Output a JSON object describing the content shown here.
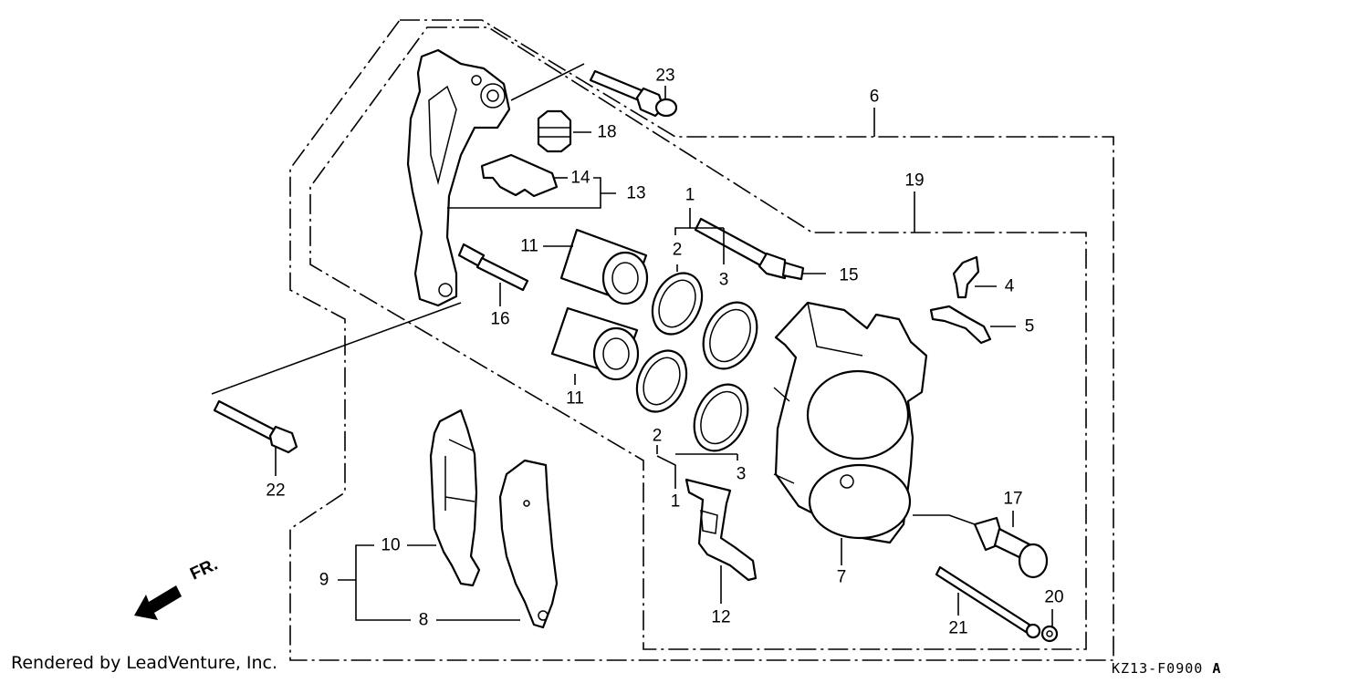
{
  "callouts": [
    {
      "id": "1",
      "label": "1"
    },
    {
      "id": "1b",
      "label": "1"
    },
    {
      "id": "2",
      "label": "2"
    },
    {
      "id": "2b",
      "label": "2"
    },
    {
      "id": "3",
      "label": "3"
    },
    {
      "id": "3b",
      "label": "3"
    },
    {
      "id": "4",
      "label": "4"
    },
    {
      "id": "5",
      "label": "5"
    },
    {
      "id": "6",
      "label": "6"
    },
    {
      "id": "7",
      "label": "7"
    },
    {
      "id": "8",
      "label": "8"
    },
    {
      "id": "9",
      "label": "9"
    },
    {
      "id": "10",
      "label": "10"
    },
    {
      "id": "11",
      "label": "11"
    },
    {
      "id": "11b",
      "label": "11"
    },
    {
      "id": "12",
      "label": "12"
    },
    {
      "id": "13",
      "label": "13"
    },
    {
      "id": "14",
      "label": "14"
    },
    {
      "id": "15",
      "label": "15"
    },
    {
      "id": "16",
      "label": "16"
    },
    {
      "id": "17",
      "label": "17"
    },
    {
      "id": "18",
      "label": "18"
    },
    {
      "id": "19",
      "label": "19"
    },
    {
      "id": "20",
      "label": "20"
    },
    {
      "id": "21",
      "label": "21"
    },
    {
      "id": "22",
      "label": "22"
    },
    {
      "id": "23",
      "label": "23"
    }
  ],
  "front_marker": "FR.",
  "footer": {
    "credit": "Rendered by LeadVenture, Inc.",
    "diagram_code": "KZ13-F0900",
    "revision": "A"
  }
}
